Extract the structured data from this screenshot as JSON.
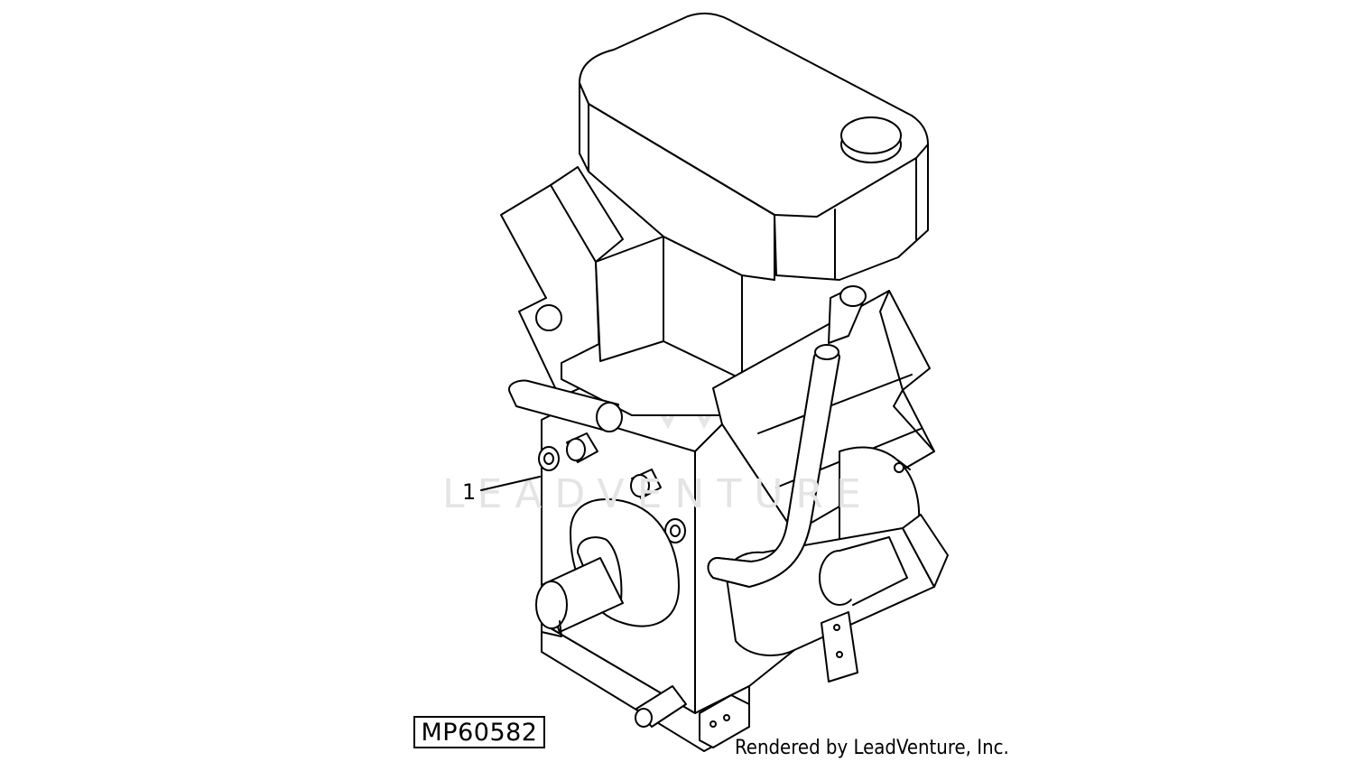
{
  "diagram": {
    "callouts": [
      {
        "label": "1"
      }
    ],
    "figure_id": "MP60582",
    "credit": "Rendered by LeadVenture, Inc.",
    "watermark_text": "LEADVENTURE"
  },
  "colors": {
    "line": "#000000",
    "background": "#ffffff",
    "watermark": "#e4e4e4"
  }
}
